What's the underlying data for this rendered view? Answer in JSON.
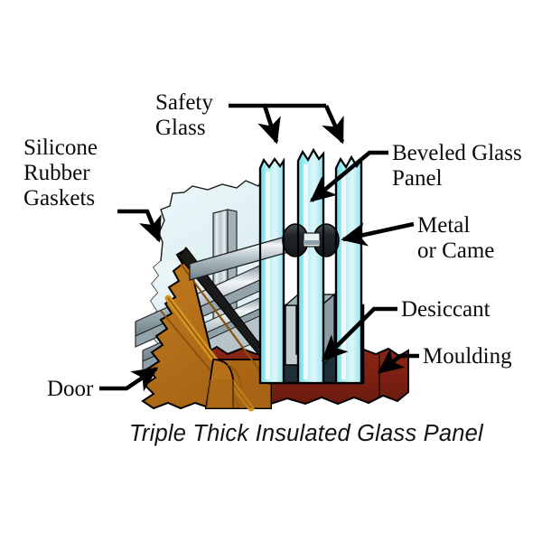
{
  "diagram": {
    "caption": "Triple Thick Insulated Glass Panel",
    "labels": {
      "safety_glass_line1": "Safety",
      "safety_glass_line2": "Glass",
      "silicone_line1": "Silicone",
      "silicone_line2": "Rubber",
      "silicone_line3": "Gaskets",
      "beveled_line1": "Beveled Glass",
      "beveled_line2": "Panel",
      "metal_line1": "Metal",
      "metal_line2": "or Came",
      "desiccant": "Desiccant",
      "moulding": "Moulding",
      "door": "Door"
    },
    "colors": {
      "background": "#ffffff",
      "text": "#0a0a0a",
      "leader_line": "#000000",
      "glass_cyan": "#8FE9F2",
      "glass_pale": "#D9EEF2",
      "glass_face": "#E4F2F5",
      "metal_grey": "#A8B6BC",
      "metal_light": "#D5DEE1",
      "metal_dark": "#7A8C94",
      "came_dark": "#2C3136",
      "desiccant": "#1E2D38",
      "moulding_red": "#7B2012",
      "door_wood": "#B5701A",
      "door_highlight": "#D4941E",
      "door_shadow": "#8F5612",
      "outline": "#000000"
    }
  }
}
